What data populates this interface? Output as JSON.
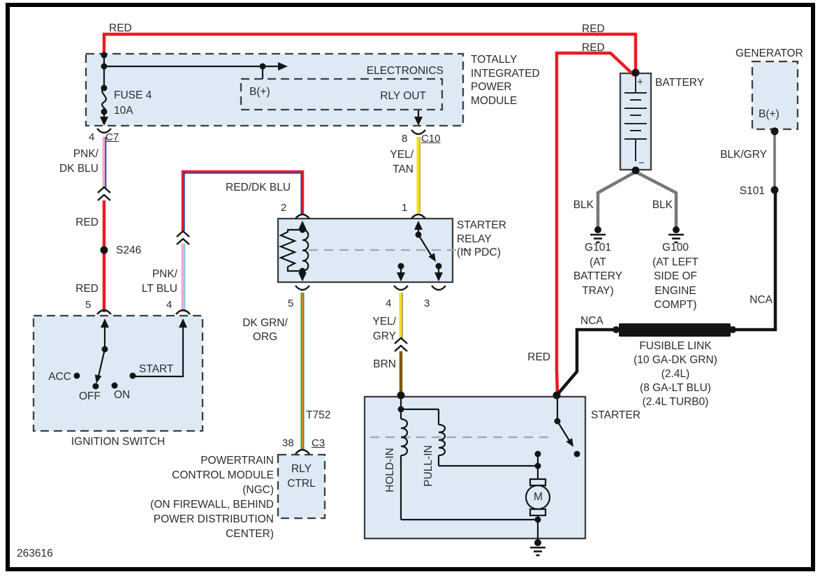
{
  "page": {
    "figure_number": "263616"
  },
  "colors": {
    "box_fill": "#ddeaf6",
    "red": "#ec1c24",
    "pink": "#f9aac5",
    "dk_blue": "#1a3faa",
    "lt_blue": "#6fd2f2",
    "yellow": "#f0e313",
    "tan": "#c8a35e",
    "green": "#2f9e2f",
    "orange": "#ff8c1a",
    "brown": "#7b5804",
    "gray_wire": "#777777",
    "black_wire": "#141414"
  },
  "tipm": {
    "title": "TOTALLY\nINTEGRATED\nPOWER\nMODULE",
    "electronics_label": "ELECTRONICS",
    "b_plus_label": "B(+)",
    "rly_out_label": "RLY OUT",
    "fuse_label": "FUSE 4\n10A",
    "pin4": "4",
    "connector_c7": "C7",
    "pin8": "8",
    "connector_c10": "C10"
  },
  "ignition_switch": {
    "title": "IGNITION SWITCH",
    "pin5": "5",
    "pin4": "4",
    "positions": {
      "acc": "ACC",
      "off": "OFF",
      "on": "ON",
      "start": "START"
    }
  },
  "starter_relay": {
    "title": "STARTER\nRELAY\n(IN PDC)",
    "pin2": "2",
    "pin1": "1",
    "pin5": "5",
    "pin4": "4",
    "pin3": "3"
  },
  "pcm": {
    "title": "POWERTRAIN\nCONTROL MODULE\n(NGC)\n(ON FIREWALL, BEHIND\nPOWER DISTRIBUTION\nCENTER)",
    "pin38": "38",
    "connector_c3": "C3",
    "rly_ctrl_label": "RLY\nCTRL"
  },
  "battery": {
    "title": "BATTERY",
    "plus": "+",
    "minus": "−"
  },
  "generator": {
    "title": "GENERATOR",
    "b_plus_label": "B(+)"
  },
  "starter": {
    "title": "STARTER",
    "hold_in": "HOLD-IN",
    "pull_in": "PULL-IN",
    "motor": "M"
  },
  "fusible_link": {
    "caption": "FUSIBLE LINK\n(10 GA-DK GRN)\n(2.4L)\n(8 GA-LT BLU)\n(2.4L TURB0)"
  },
  "grounds": {
    "g101": "G101\n(AT\nBATTERY\nTRAY)",
    "g100": "G100\n(AT LEFT\nSIDE OF\nENGINE\nCOMPT)"
  },
  "splices": {
    "s246": "S246",
    "s101": "S101",
    "t752": "T752"
  },
  "wire_labels": {
    "red_top": "RED",
    "red_battery_upper": "RED",
    "red_battery_lower": "RED",
    "pnk_dk_blu": "PNK/\nDK BLU",
    "red_upper": "RED",
    "red_lower": "RED",
    "pnk_lt_blu": "PNK/\nLT BLU",
    "red_dk_blu": "RED/DK BLU",
    "yel_tan": "YEL/\nTAN",
    "dk_grn_org": "DK GRN/\nORG",
    "yel_gry": "YEL/\nGRY",
    "brn": "BRN",
    "red_starter": "RED",
    "nca_left": "NCA",
    "nca_right": "NCA",
    "blk_left": "BLK",
    "blk_right": "BLK",
    "blk_gry": "BLK/GRY"
  }
}
